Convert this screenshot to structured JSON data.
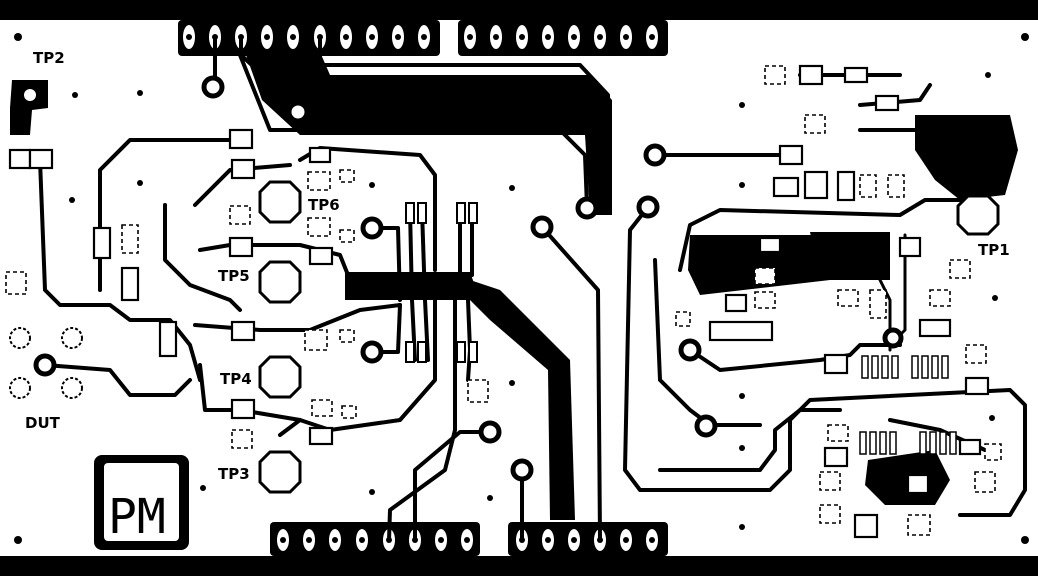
{
  "labels": {
    "tp1": "TP1",
    "tp2": "TP2",
    "tp3": "TP3",
    "tp4": "TP4",
    "tp5": "TP5",
    "tp6": "TP6",
    "dut": "DUT"
  },
  "logo": {
    "text": "PM"
  },
  "colors": {
    "copper": "#000000",
    "substrate": "#ffffff"
  }
}
